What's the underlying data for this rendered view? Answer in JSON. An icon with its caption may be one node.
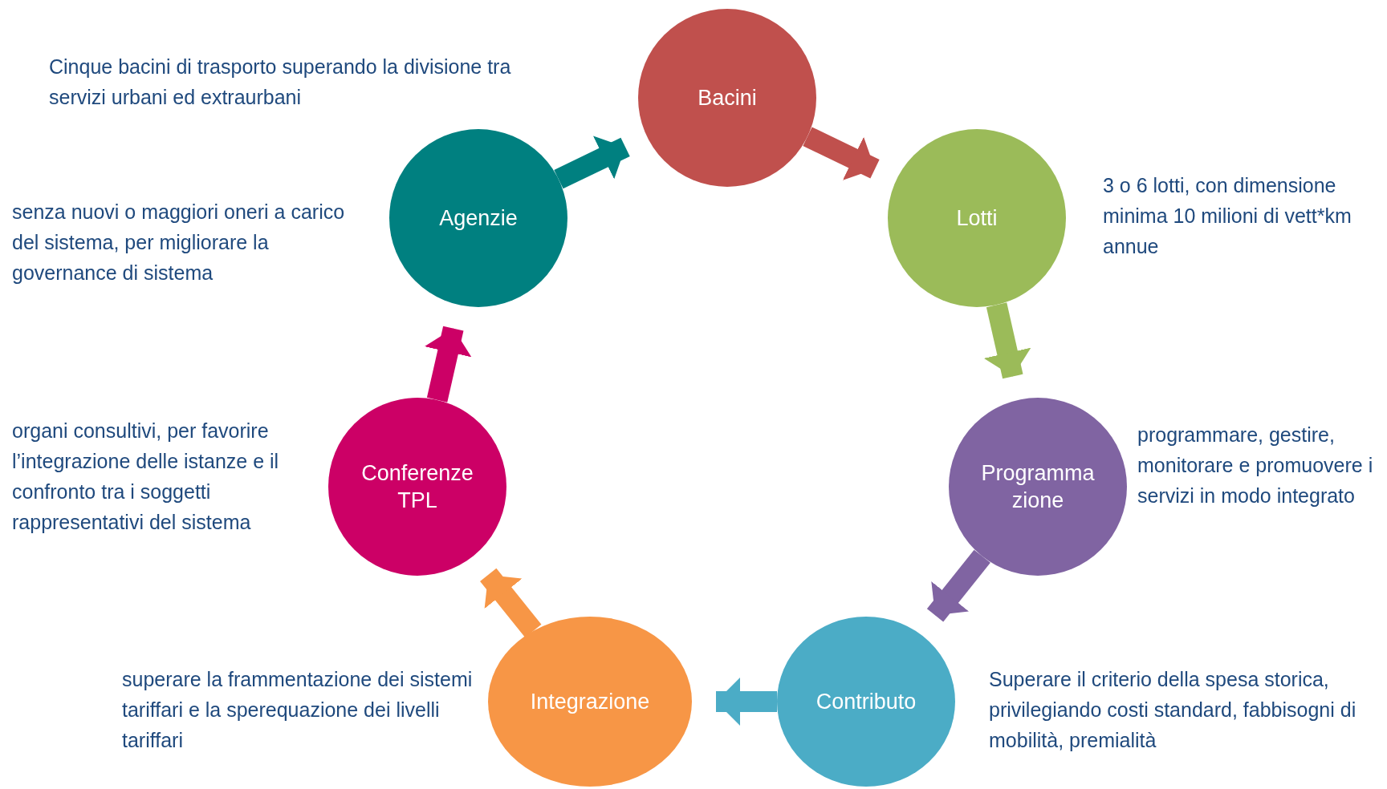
{
  "diagram": {
    "nodes": [
      {
        "text": [
          "Bacini"
        ]
      },
      {
        "text": [
          "Lotti"
        ],
        "beside": [
          "3 o 6 lotti, con dimensione minima 10 milioni di vett*km annue"
        ]
      },
      {
        "text": [
          "Programma zione"
        ],
        "beside": [
          "programmare, gestire, monitorare e promuovere i servizi in modo integrato"
        ]
      },
      {
        "text": [
          "Contributo"
        ],
        "beside": [
          "Superare il criterio della spesa storica, privilegiando costi standard, fabbisogni di mobilità, premialità"
        ]
      },
      {
        "text": [
          "Integrazione"
        ],
        "beside": [
          "superare la frammentazione dei sistemi tariffari e la sperequazione dei livelli tariffari"
        ]
      },
      {
        "text": [
          "Conferenze TPL"
        ],
        "beside": [
          "organi consultivi, per favorire l’integrazione delle istanze e il confronto tra i soggetti rappresentativi del sistema"
        ]
      },
      {
        "text": [
          "Agenzie"
        ],
        "beside": [
          "senza nuovi o maggiori oneri a carico del sistema, per migliorare la governance di sistema"
        ]
      }
    ],
    "edges": [
      {
        "from": 0,
        "to": 1,
        "arrow": "to",
        "color": "#c0504d"
      },
      {
        "from": 1,
        "to": 2,
        "arrow": "to",
        "color": "#9bbb59"
      },
      {
        "from": 2,
        "to": 3,
        "arrow": "to",
        "color": "#8064a2"
      },
      {
        "from": 3,
        "to": 4,
        "arrow": "to",
        "color": "#4bacc6"
      },
      {
        "from": 4,
        "to": 5,
        "arrow": "to",
        "color": "#f79646"
      },
      {
        "from": 5,
        "to": 6,
        "arrow": "to",
        "color": "#cc0066"
      },
      {
        "from": 6,
        "to": 0,
        "arrow": "to",
        "color": "#008080"
      }
    ],
    "labels": [
      "Cinque bacini di trasporto superando la divisione tra servizi urbani ed extraurbani"
    ]
  }
}
